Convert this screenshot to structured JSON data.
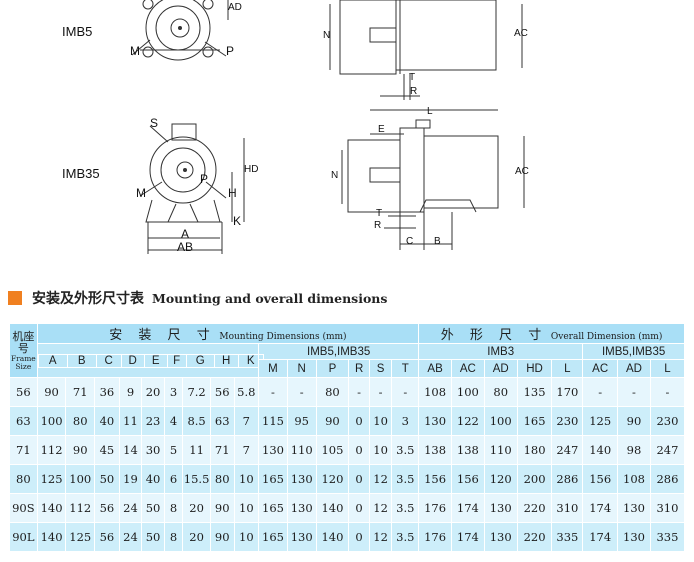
{
  "drawings": {
    "labels": {
      "imb5": "IMB5",
      "imb35": "IMB35",
      "AD": "AD",
      "M": "M",
      "P": "P",
      "N": "N",
      "AC": "AC",
      "T": "T",
      "R": "R",
      "L": "L",
      "E": "E",
      "S": "S",
      "HD": "HD",
      "H": "H",
      "K": "K",
      "A": "A",
      "AB": "AB",
      "C": "C",
      "B": "B"
    }
  },
  "section": {
    "title_cn": "安装及外形尺寸表",
    "title_en": "Mounting and overall dimensions",
    "accent_color": "#f08020"
  },
  "table": {
    "frame_cn": "机座号",
    "frame_en": "Frame Size",
    "mounting_cn": "安 装 尺 寸",
    "mounting_en": "Mounting Dimensions (mm)",
    "overall_cn": "外 形 尺 寸",
    "overall_en": "Overall Dimension (mm)",
    "groups": {
      "imb5_imb35_a": "IMB5,IMB35",
      "imb3": "IMB3",
      "imb5_imb35_b": "IMB5,IMB35"
    },
    "columns": [
      "A",
      "B",
      "C",
      "D",
      "E",
      "F",
      "G",
      "H",
      "K",
      "M",
      "N",
      "P",
      "R",
      "S",
      "T",
      "AB",
      "AC",
      "AD",
      "HD",
      "L",
      "AC",
      "AD",
      "L"
    ],
    "rows": [
      {
        "frame": "56",
        "values": [
          "90",
          "71",
          "36",
          "9",
          "20",
          "3",
          "7.2",
          "56",
          "5.8",
          "-",
          "-",
          "80",
          "-",
          "-",
          "-",
          "108",
          "100",
          "80",
          "135",
          "170",
          "-",
          "-",
          "-"
        ]
      },
      {
        "frame": "63",
        "values": [
          "100",
          "80",
          "40",
          "11",
          "23",
          "4",
          "8.5",
          "63",
          "7",
          "115",
          "95",
          "90",
          "0",
          "10",
          "3",
          "130",
          "122",
          "100",
          "165",
          "230",
          "125",
          "90",
          "230"
        ]
      },
      {
        "frame": "71",
        "values": [
          "112",
          "90",
          "45",
          "14",
          "30",
          "5",
          "11",
          "71",
          "7",
          "130",
          "110",
          "105",
          "0",
          "10",
          "3.5",
          "138",
          "138",
          "110",
          "180",
          "247",
          "140",
          "98",
          "247"
        ]
      },
      {
        "frame": "80",
        "values": [
          "125",
          "100",
          "50",
          "19",
          "40",
          "6",
          "15.5",
          "80",
          "10",
          "165",
          "130",
          "120",
          "0",
          "12",
          "3.5",
          "156",
          "156",
          "120",
          "200",
          "286",
          "156",
          "108",
          "286"
        ]
      },
      {
        "frame": "90S",
        "values": [
          "140",
          "112",
          "56",
          "24",
          "50",
          "8",
          "20",
          "90",
          "10",
          "165",
          "130",
          "140",
          "0",
          "12",
          "3.5",
          "176",
          "174",
          "130",
          "220",
          "310",
          "174",
          "130",
          "310"
        ]
      },
      {
        "frame": "90L",
        "values": [
          "140",
          "125",
          "56",
          "24",
          "50",
          "8",
          "20",
          "90",
          "10",
          "165",
          "130",
          "140",
          "0",
          "12",
          "3.5",
          "176",
          "174",
          "130",
          "220",
          "335",
          "174",
          "130",
          "335"
        ]
      }
    ]
  }
}
